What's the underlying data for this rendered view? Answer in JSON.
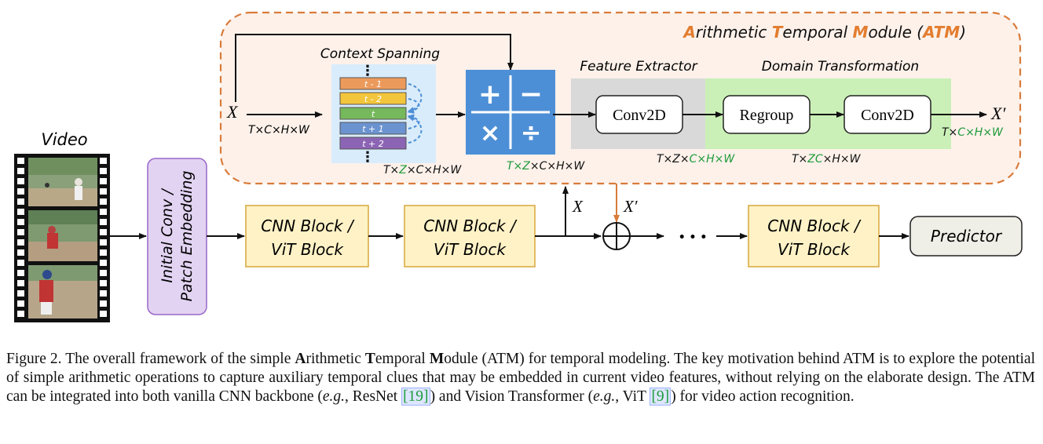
{
  "atm": {
    "title_parts": [
      {
        "text": "A",
        "accent": true
      },
      {
        "text": "rithmetic ",
        "accent": false
      },
      {
        "text": "T",
        "accent": true
      },
      {
        "text": "emporal ",
        "accent": false
      },
      {
        "text": "M",
        "accent": true
      },
      {
        "text": "odule ",
        "accent": false
      },
      {
        "text": "(",
        "accent": false
      },
      {
        "text": "ATM",
        "accent": true
      },
      {
        "text": ")",
        "accent": false
      }
    ],
    "context_spanning_label": "Context Spanning",
    "feature_extractor_label": "Feature Extractor",
    "domain_transformation_label": "Domain Transformation",
    "input_symbol": "X",
    "input_dims": "T×C×H×W",
    "output_symbol": "X′",
    "output_dims": [
      {
        "text": "T×",
        "green": false
      },
      {
        "text": "C×H×W",
        "green": true
      }
    ],
    "spanning_dims": [
      {
        "text": "T×",
        "green": false
      },
      {
        "text": "Z",
        "green": true
      },
      {
        "text": "×C×H×W",
        "green": false
      }
    ],
    "arith_dims": [
      {
        "text": "T×",
        "green": true
      },
      {
        "text": "Z",
        "green": true
      },
      {
        "text": "×C×H×W",
        "green": false
      }
    ],
    "conv1_dims": [
      {
        "text": "T×Z×",
        "green": false
      },
      {
        "text": "C×H×W",
        "green": true
      }
    ],
    "regroup_dims": [
      {
        "text": "T×",
        "green": false
      },
      {
        "text": "ZC",
        "green": true
      },
      {
        "text": "×H×W",
        "green": false
      }
    ],
    "frames": [
      {
        "label": "t - 1",
        "color": "#ec9a5c"
      },
      {
        "label": "t - 2",
        "color": "#f3c53c"
      },
      {
        "label": "t",
        "color": "#76b85c"
      },
      {
        "label": "t + 1",
        "color": "#6b93cf"
      },
      {
        "label": "t + 2",
        "color": "#8c64b4"
      }
    ],
    "ops": [
      "+",
      "−",
      "×",
      "÷"
    ],
    "conv2d_label": "Conv2D",
    "regroup_label": "Regroup",
    "conv2d_label_2": "Conv2D"
  },
  "pipeline": {
    "video_label": "Video",
    "embed_label_line1": "Initial Conv /",
    "embed_label_line2": "Patch Embedding",
    "block_line1": "CNN Block /",
    "block_line2": "ViT Block",
    "x_label": "X",
    "xprime_label": "X′",
    "ellipsis": "• • •",
    "predictor_label": "Predictor"
  },
  "caption": {
    "p1": "Figure 2. The overall framework of the simple ",
    "a": "A",
    "p2": "rithmetic ",
    "t": "T",
    "p3": "emporal ",
    "m": "M",
    "p4": "odule (ATM) for temporal modeling. The key motivation behind ATM is to explore the potential of simple arithmetic operations to capture auxiliary temporal clues that may be embedded in current video features, without relying on the elaborate design. The ATM can be integrated into both vanilla CNN backbone (",
    "eg1": "e.g.",
    "p5": ", ResNet ",
    "cite1": "[19]",
    "p6": ") and Vision Transformer (",
    "eg2": "e.g.",
    "p7": ", ViT ",
    "cite2": "[9]",
    "p8": ") for video action recognition."
  },
  "colors": {
    "atm_border": "#d97b3a",
    "atm_fill": "#fdf1ea",
    "accent_orange": "#e37d2f",
    "green_text": "#1f9b3a",
    "block_fill": "#fff2c6",
    "block_border": "#d6a73a",
    "embed_fill": "#e2d3f2",
    "embed_border": "#9a68c9",
    "predictor_fill": "#efefe7",
    "arith_blue": "#4d8fd6",
    "spanning_bg": "#d9ecfb",
    "extractor_bg": "#d9d9d9",
    "domain_bg": "#caf0b7"
  }
}
